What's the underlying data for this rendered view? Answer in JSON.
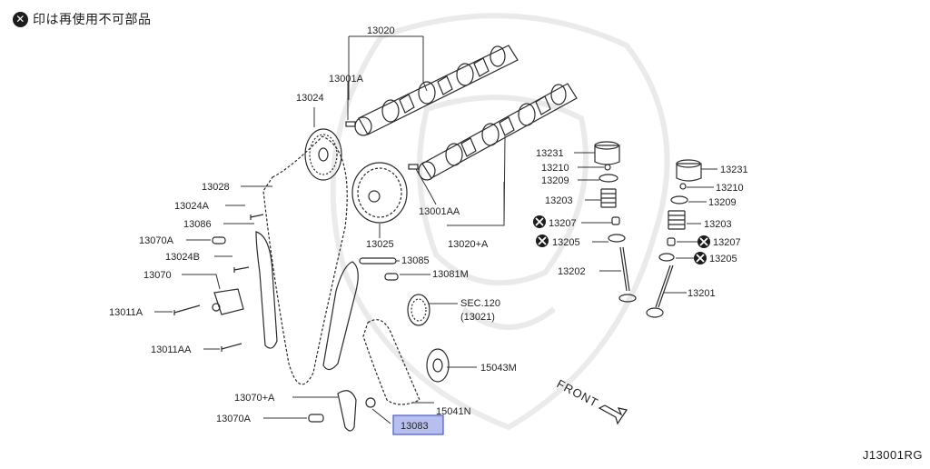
{
  "note": {
    "icon": "x-circle-icon",
    "text": "印は再使用不可部品"
  },
  "reference_code": "J13001RG",
  "front_label": "FRONT",
  "highlight_color": "#b7bff0",
  "labels": {
    "l13020": "13020",
    "l13001A": "13001A",
    "l13024": "13024",
    "l13028": "13028",
    "l13024A": "13024A",
    "l13086": "13086",
    "l13070A_top": "13070A",
    "l13024B": "13024B",
    "l13070": "13070",
    "l13011A": "13011A",
    "l13011AA": "13011AA",
    "l13070pA": "13070+A",
    "l13070A_bot": "13070A",
    "l13083": "13083",
    "l15041N": "15041N",
    "l15043M": "15043M",
    "lSEC120": "SEC.120",
    "l13021": "(13021)",
    "l13081M": "13081M",
    "l13085": "13085",
    "l13025": "13025",
    "l13001AA": "13001AA",
    "l13020pA": "13020+A",
    "l13231_l": "13231",
    "l13210_l": "13210",
    "l13209_l": "13209",
    "l13203_l": "13203",
    "l13207_l": "13207",
    "l13205_l": "13205",
    "l13202": "13202",
    "l13231_r": "13231",
    "l13210_r": "13210",
    "l13209_r": "13209",
    "l13203_r": "13203",
    "l13207_r": "13207",
    "l13205_r": "13205",
    "l13201": "13201"
  }
}
